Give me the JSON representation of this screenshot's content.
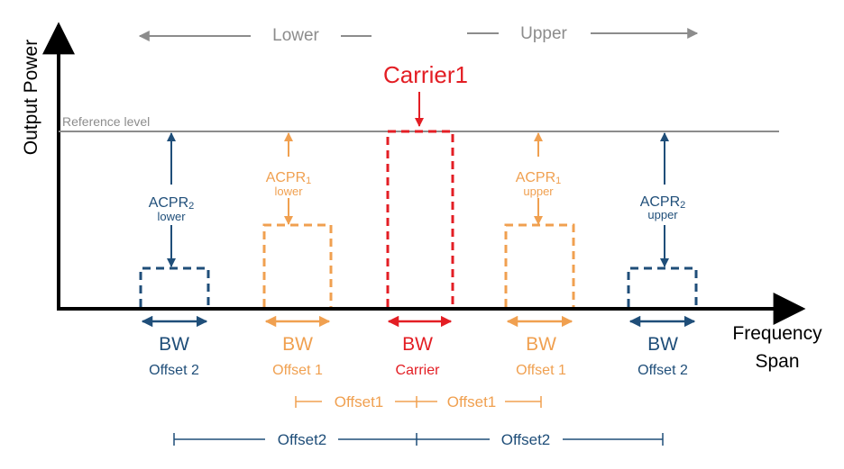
{
  "colors": {
    "axis": "#000000",
    "reference": "#8c8c8c",
    "carrier": "#e31e24",
    "offset1": "#f0a050",
    "offset2": "#1f4e79",
    "gray": "#8c8c8c"
  },
  "axes": {
    "y_label": "Output Power",
    "x_label_line1": "Frequency",
    "x_label_line2": "Span"
  },
  "reference_level": "Reference level",
  "direction": {
    "lower": "Lower",
    "upper": "Upper"
  },
  "carrier_title": "Carrier1",
  "acpr": {
    "acpr2_lower": {
      "main": "ACPR",
      "sub": "2",
      "qual": "lower"
    },
    "acpr1_lower": {
      "main": "ACPR",
      "sub": "1",
      "qual": "lower"
    },
    "acpr1_upper": {
      "main": "ACPR",
      "sub": "1",
      "qual": "upper"
    },
    "acpr2_upper": {
      "main": "ACPR",
      "sub": "2",
      "qual": "upper"
    }
  },
  "bw": {
    "offset2_lower": {
      "bw": "BW",
      "name": "Offset 2"
    },
    "offset1_lower": {
      "bw": "BW",
      "name": "Offset 1"
    },
    "carrier": {
      "bw": "BW",
      "name": "Carrier"
    },
    "offset1_upper": {
      "bw": "BW",
      "name": "Offset 1"
    },
    "offset2_upper": {
      "bw": "BW",
      "name": "Offset 2"
    }
  },
  "spacing": {
    "offset1_left": "Offset1",
    "offset1_right": "Offset1",
    "offset2_left": "Offset2",
    "offset2_right": "Offset2"
  }
}
